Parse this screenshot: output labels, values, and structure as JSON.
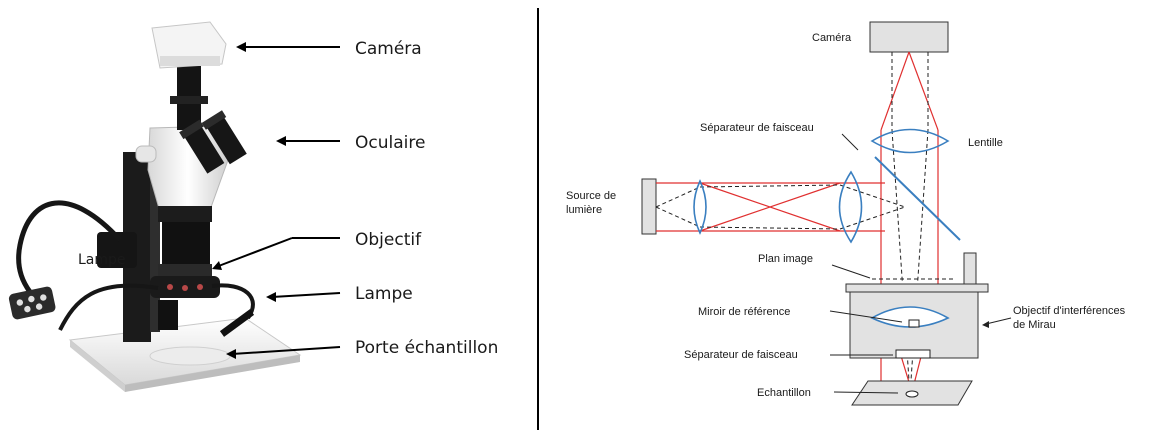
{
  "photo_labels": {
    "camera": "Caméra",
    "eyepiece": "Oculaire",
    "objective": "Objectif",
    "lamp": "Lampe",
    "stage": "Porte échantillon",
    "overlap_fragment": "Lampe"
  },
  "diagram_labels": {
    "camera": "Caméra",
    "beamsplitter_top": "Séparateur de faisceau",
    "lens": "Lentille",
    "source_line1": "Source de",
    "source_line2": "lumière",
    "image_plane": "Plan image",
    "reference_mirror": "Miroir de référence",
    "objective_line1": "Objectif d'interférences",
    "objective_line2": "de Mirau",
    "beamsplitter_bottom": "Séparateur de faisceau",
    "sample": "Echantillon"
  },
  "colors": {
    "ray": "#e03030",
    "lens": "#3a7fc0",
    "box": "#e2e2e2",
    "divider": "#000000"
  }
}
